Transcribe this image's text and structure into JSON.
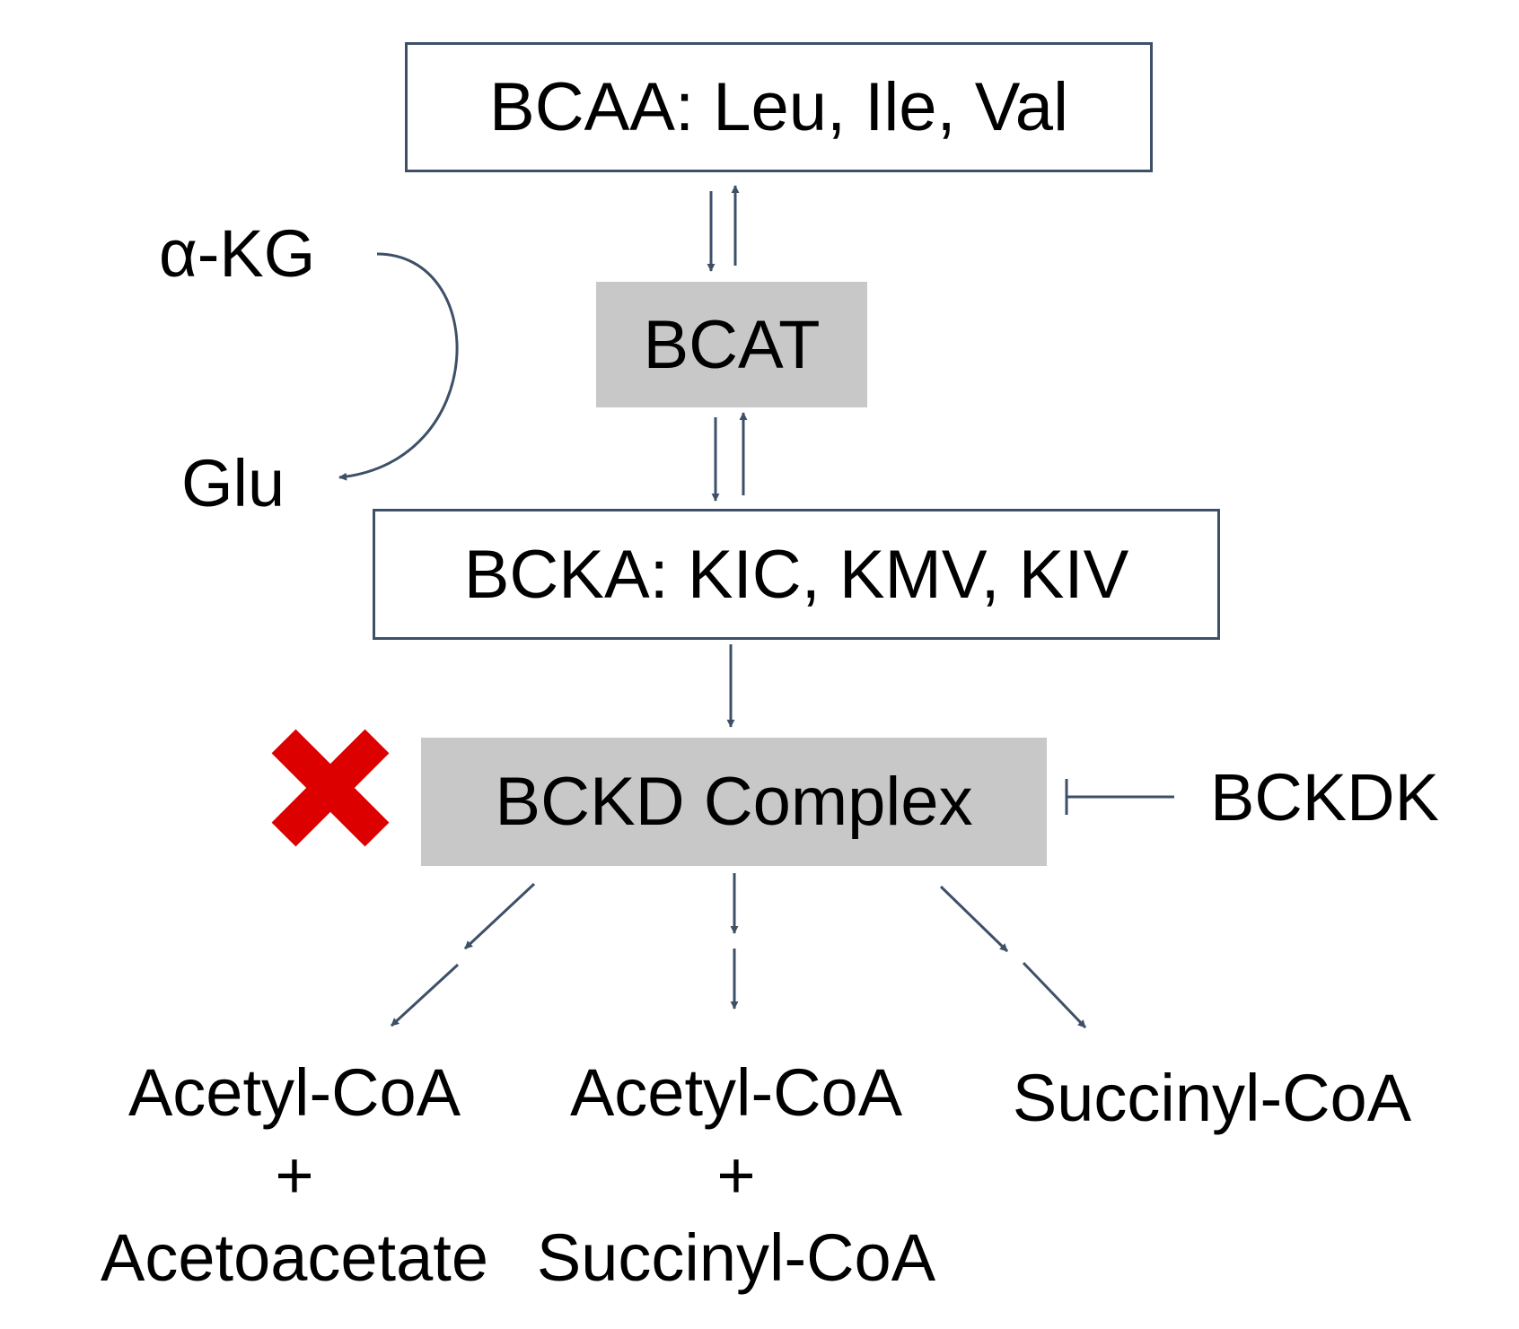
{
  "nodes": {
    "bcaa": "BCAA: Leu, Ile, Val",
    "bcat": "BCAT",
    "bcka": "BCKA: KIC, KMV, KIV",
    "bckd": "BCKD Complex",
    "bckdk": "BCKDK",
    "akg": "α-KG",
    "glu": "Glu"
  },
  "products": [
    {
      "line1": "Acetyl-CoA",
      "line2": "+",
      "line3": "Acetoacetate"
    },
    {
      "line1": "Acetyl-CoA",
      "line2": "+",
      "line3": "Succinyl-CoA"
    },
    {
      "line1": "Succinyl-CoA",
      "line2": "",
      "line3": ""
    }
  ],
  "colors": {
    "arrow": "#3d5068",
    "enzyme_fill": "#c8c8c8",
    "box_border": "#3d5068",
    "block_mark": "#dd0000"
  },
  "icons": {
    "block_mark": "red-x-icon"
  }
}
